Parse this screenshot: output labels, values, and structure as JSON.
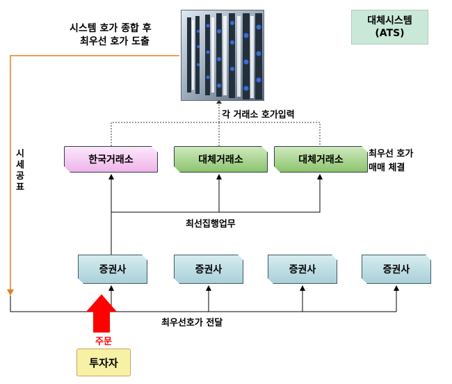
{
  "server": {
    "caption_line1": "시스템 호가 종합 후",
    "caption_line2": "최우선 호가 도출",
    "icon": "server-rack-photo"
  },
  "ats_box": {
    "line1": "대체시스템",
    "line2": "(ATS)"
  },
  "exchange_input_label": "각 거래소 호가입력",
  "exchanges": [
    {
      "label": "한국거래소"
    },
    {
      "label": "대체거래소"
    },
    {
      "label": "대체거래소"
    }
  ],
  "execution_note": {
    "line1": "최우선 호가",
    "line2": "매매 체결"
  },
  "side_label": [
    "시",
    "세",
    "공",
    "표"
  ],
  "best_execution_label": "최선집행업무",
  "brokers": [
    {
      "label": "증권사"
    },
    {
      "label": "증권사"
    },
    {
      "label": "증권사"
    },
    {
      "label": "증권사"
    }
  ],
  "quote_delivery_label": "최우선호가 전달",
  "order_label": "주문",
  "investor_label": "투자자",
  "colors": {
    "krx_fill": "#f3c7f0",
    "ats_fill": "#a6d68a",
    "broker_fill": "#bddde3",
    "ats_system_fill": "#c9e8d8",
    "investor_fill": "#f7f1a6",
    "feed_line": "#e67e22",
    "order_arrow": "#ff0000"
  }
}
